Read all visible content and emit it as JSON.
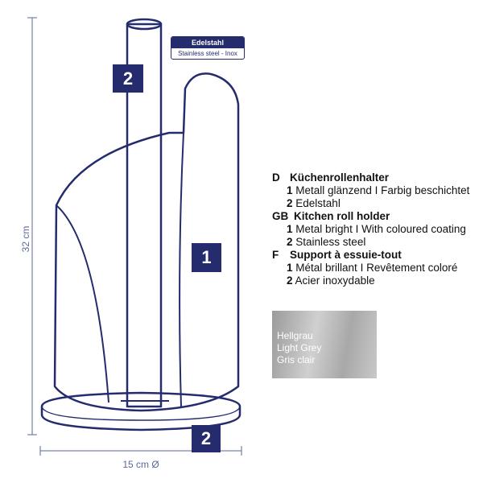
{
  "product_label": {
    "title": "Edelstahl",
    "subtitle": "Stainless steel - Inox"
  },
  "callouts": {
    "part1": "1",
    "part2_top": "2",
    "part2_base": "2"
  },
  "dimensions": {
    "height": "32 cm",
    "diameter": "15 cm Ø"
  },
  "legend": [
    {
      "code": "D",
      "title": "Küchenrollenhalter",
      "items": [
        {
          "n": "1",
          "text": "Metall glänzend I Farbig beschichtet"
        },
        {
          "n": "2",
          "text": "Edelstahl"
        }
      ]
    },
    {
      "code": "GB",
      "title": "Kitchen roll holder",
      "items": [
        {
          "n": "1",
          "text": "Metal bright I With coloured coating"
        },
        {
          "n": "2",
          "text": "Stainless steel"
        }
      ]
    },
    {
      "code": "F",
      "title": "Support à essuie-tout",
      "items": [
        {
          "n": "1",
          "text": "Métal brillant I Revêtement coloré"
        },
        {
          "n": "2",
          "text": "Acier inoxydable"
        }
      ]
    }
  ],
  "color_swatch": {
    "lines": [
      "Hellgrau",
      "Light Grey",
      "Gris clair"
    ],
    "color": "#b4b4b4"
  },
  "colors": {
    "outline": "#242c6e",
    "dimension": "#5a6a9a"
  }
}
